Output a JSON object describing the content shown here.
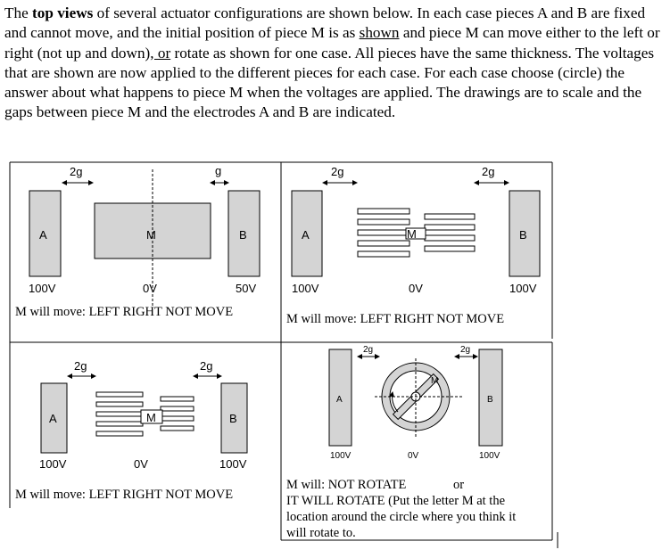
{
  "intro": {
    "p1": "The ",
    "p1_bold": "top views",
    "p2": " of several actuator configurations are shown below. In each case pieces A and B are fixed and cannot move, and the initial position of piece M is as ",
    "p2_u": "shown",
    "p3": " and piece M can move either to the left or right (not up and down)",
    "p3_u": ", or",
    "p4": " rotate as shown for one case. All pieces have the same thickness. The voltages that are shown are now applied to the different pieces for each case. For each case choose (circle) the answer about what happens to piece M when the voltages are applied. The drawings are to scale and the gaps between piece M and the electrodes A and B are indicated."
  },
  "case1": {
    "gap_left": "2g",
    "gap_right": "g",
    "label_a": "A",
    "label_m": "M",
    "label_b": "B",
    "v_a": "100V",
    "v_m": "0V",
    "v_b": "50V",
    "answer": "M will move:  LEFT  RIGHT  NOT MOVE"
  },
  "case2": {
    "gap_left": "2g",
    "gap_right": "2g",
    "label_a": "A",
    "label_m": "M",
    "label_b": "B",
    "v_a": "100V",
    "v_m": "0V",
    "v_b": "100V",
    "answer": "M will move:  LEFT  RIGHT  NOT MOVE"
  },
  "case3": {
    "gap_left": "2g",
    "gap_right": "2g",
    "label_a": "A",
    "label_m": "M",
    "label_b": "B",
    "v_a": "100V",
    "v_m": "0V",
    "v_b": "100V",
    "answer": "M will move:  LEFT  RIGHT  NOT MOVE"
  },
  "case4": {
    "gap_left": "2g",
    "gap_right": "2g",
    "label_a": "A",
    "label_m": "M",
    "label_b": "B",
    "v_a": "100V",
    "v_m": "0V",
    "v_b": "100V",
    "line1": "M will: NOT ROTATE",
    "line1_or": "or",
    "line2": "IT WILL ROTATE (Put the letter M at the",
    "line3": "location around the circle where you think it",
    "line4": "will rotate to."
  }
}
